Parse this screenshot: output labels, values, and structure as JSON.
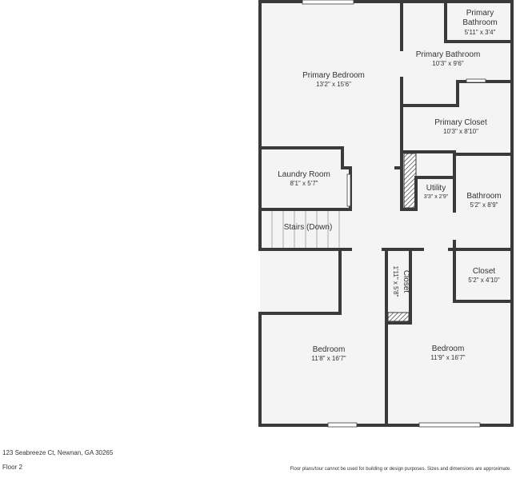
{
  "rooms": [
    {
      "id": "primary-bedroom",
      "name": "Primary Bedroom",
      "dims": "13'2\" x 15'6\""
    },
    {
      "id": "primary-bathroom-wc",
      "name_line1": "Primary",
      "name_line2": "Bathroom",
      "dims": "5'11\" x 3'4\""
    },
    {
      "id": "primary-bathroom",
      "name": "Primary Bathroom",
      "dims": "10'3\" x 9'6\""
    },
    {
      "id": "primary-closet",
      "name": "Primary Closet",
      "dims": "10'3\" x 8'10\""
    },
    {
      "id": "laundry-room",
      "name": "Laundry Room",
      "dims": "8'1\" x 5'7\""
    },
    {
      "id": "utility",
      "name": "Utility",
      "dims": "3'3\" x 2'9\""
    },
    {
      "id": "bathroom",
      "name": "Bathroom",
      "dims": "5'2\" x 8'9\""
    },
    {
      "id": "stairs",
      "name": "Stairs (Down)"
    },
    {
      "id": "hall-closet",
      "name": "Closet",
      "dims": "1'11\" x 5'8\""
    },
    {
      "id": "closet",
      "name": "Closet",
      "dims": "5'2\" x 4'10\""
    },
    {
      "id": "bedroom-left",
      "name": "Bedroom",
      "dims": "11'8\" x 16'7\""
    },
    {
      "id": "bedroom-right",
      "name": "Bedroom",
      "dims": "11'9\" x 16'7\""
    }
  ],
  "footer": {
    "address": "123 Seabreeze Ct, Newnan, GA 30265",
    "floor": "Floor 2",
    "disclaimer": "Floor plans/tour cannot be used for building or design purposes. Sizes and dimensions are approximate."
  },
  "colors": {
    "wall": "#3a3a3a",
    "floor": "#f4f4f4",
    "text": "#333333"
  }
}
